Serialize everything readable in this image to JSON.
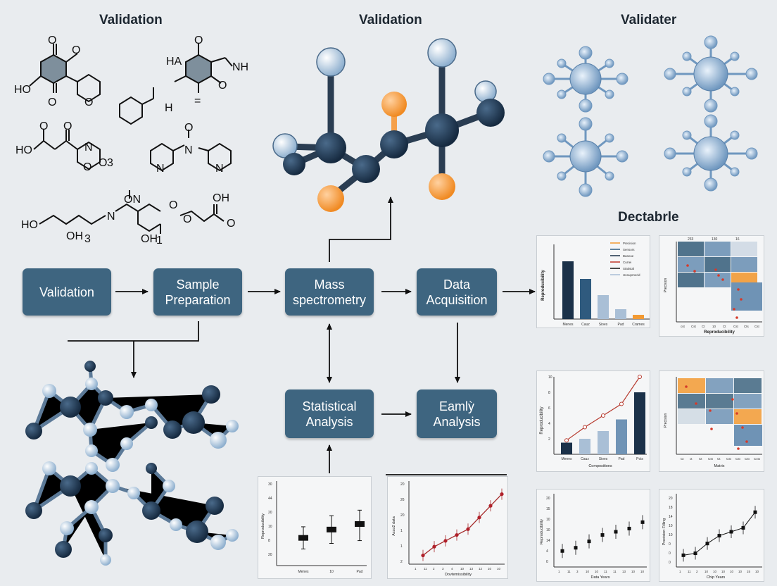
{
  "titles": {
    "left": "Validation",
    "center": "Validation",
    "right": "Validater",
    "charts": "Dectabrle"
  },
  "flow": {
    "validation": "Validation",
    "sample_prep": "Sample\nPreparation",
    "mass_spec": "Mass\nspectrometry",
    "data_acq": "Data\nAcquisition",
    "statistical": "Statistical\nAnalysis",
    "early": "Eamlỳ\nAnalysis"
  },
  "molecule_labels": {
    "m1": [
      "O",
      "O",
      "HO",
      "O",
      "O"
    ],
    "m2": [
      "HA",
      "NH",
      "O",
      "O",
      "H",
      "="
    ],
    "m3": [
      "O",
      "O",
      "HO",
      "N",
      "O",
      "O",
      "3"
    ],
    "m4": [
      "O",
      "N",
      "N",
      "N"
    ],
    "m5": [
      "HO",
      "N",
      "ON",
      "OH",
      "O",
      "O",
      "O",
      "OH",
      "OH",
      "1",
      "3"
    ]
  },
  "chart_data": [
    {
      "type": "bar",
      "ylabel": "Reproducibility",
      "categories": [
        "Menes",
        "Cauz",
        "Sioes",
        "Pad",
        "Crames"
      ],
      "values": [
        82,
        57,
        34,
        14,
        6
      ],
      "colors": [
        "#1b3149",
        "#2f5a7e",
        "#a9bfd6",
        "#a9bfd6",
        "#f29a33"
      ],
      "legend": [
        "Precision",
        "Sensors",
        "Baseue",
        "Currei",
        "Statistal",
        "Unsuprnerid"
      ]
    },
    {
      "type": "heatmap",
      "ylabel": "Precision",
      "xlabel": "Reproducibility",
      "columns": [
        "233",
        "130",
        "16"
      ],
      "xticks": [
        "cst",
        "Cst",
        "Ct",
        "10",
        "Ct",
        "Cst",
        "Cts",
        "Cst"
      ]
    },
    {
      "type": "line",
      "ylabel": "Reproducibility",
      "xlabel": "Compositions",
      "categories": [
        "Menes",
        "Cauz",
        "Sioes",
        "Pad",
        "Pcts"
      ],
      "bar_values": [
        1.5,
        2,
        3,
        4.5,
        8
      ],
      "line_values": [
        1.8,
        3.5,
        5,
        6.5,
        10
      ],
      "yticks": [
        "2",
        "4",
        "6",
        "8",
        "10"
      ]
    },
    {
      "type": "heatmap",
      "ylabel": "Precision",
      "xlabel": "Matrix",
      "xticks": [
        "Ct",
        "ct",
        "Ct",
        "Cst",
        "Ct",
        "Cst",
        "Cst",
        "Cst",
        "Ccts"
      ]
    },
    {
      "type": "scatter",
      "ylabel": "Reproducibility",
      "categories": [
        "Menes",
        "10",
        "Pad"
      ],
      "values": [
        10,
        13,
        15
      ],
      "error_low": [
        6,
        8,
        9
      ],
      "error_high": [
        14,
        18,
        20
      ],
      "yticks": [
        "30",
        "44",
        "20",
        "10",
        "8",
        "20"
      ]
    },
    {
      "type": "line",
      "ylabel": "Acco2 data",
      "xlabel": "Dovtemissibility",
      "xticks": [
        "1",
        "11",
        "2",
        "3",
        "4",
        "10",
        "13",
        "12",
        "10",
        "10"
      ],
      "yticks": [
        "20",
        "26",
        "20",
        "1",
        "1",
        "2"
      ],
      "values": [
        3,
        6,
        8,
        10,
        12,
        16,
        20,
        24
      ]
    },
    {
      "type": "scatter",
      "ylabel": "Reproducibility",
      "xlabel": "Data Years",
      "xticks": [
        "1",
        "11",
        "3",
        "10",
        "10",
        "11",
        "11",
        "13",
        "10",
        "10"
      ],
      "yticks": [
        "20",
        "15",
        "10",
        "10",
        "14",
        "4",
        "0"
      ],
      "values": [
        5,
        6,
        8,
        10,
        11,
        12,
        14
      ]
    },
    {
      "type": "line",
      "ylabel": "Precision Filling",
      "xlabel": "Chip Years",
      "xticks": [
        "1",
        "11",
        "2",
        "10",
        "10",
        "10",
        "10",
        "10",
        "15",
        "10"
      ],
      "yticks": [
        "20",
        "18",
        "14",
        "10",
        "10",
        "0",
        "0",
        "0"
      ],
      "values": [
        3,
        3.5,
        6,
        8,
        9,
        10,
        14
      ]
    }
  ]
}
